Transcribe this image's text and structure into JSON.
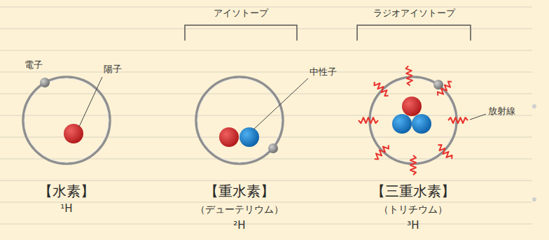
{
  "diagram": {
    "labels": [
      "アイソトープ",
      "ラジオアイソトープ",
      "電子",
      "陽子",
      "中性子",
      "放射線",
      "【水素】",
      "¹H",
      "【重水素】",
      "（デューテリウム）",
      "²H",
      "【三重水素】",
      "（トリチウム）",
      "³H"
    ]
  }
}
